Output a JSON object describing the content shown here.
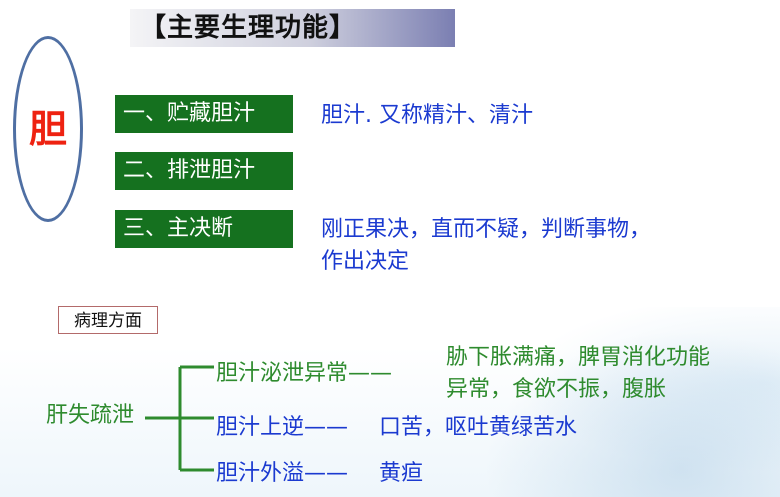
{
  "title": "【主要生理功能】",
  "organ": "胆",
  "functions": [
    {
      "label": "一、贮藏胆汁",
      "desc": [
        "胆汁. 又称精汁、清汁"
      ]
    },
    {
      "label": "二、排泄胆汁",
      "desc": []
    },
    {
      "label": "三、主决断",
      "desc": [
        "刚正果决，直而不疑，判断事物，",
        "作出决定"
      ]
    }
  ],
  "pathology": {
    "label": "病理方面",
    "root": "肝失疏泄",
    "branches": [
      {
        "cause": "胆汁泌泄异常——",
        "effect_lines": [
          "胁下胀满痛，脾胃消化功能",
          "异常，食欲不振，腹胀"
        ]
      },
      {
        "cause": "胆汁上逆——",
        "effect_lines": [
          "口苦，呕吐黄绿苦水"
        ]
      },
      {
        "cause": "胆汁外溢——",
        "effect_lines": [
          "黄疸"
        ]
      }
    ]
  },
  "colors": {
    "green_box": "#15711f",
    "blue_text": "#1b3ad0",
    "green_text": "#2e8b2e",
    "organ_red": "#ee2211"
  }
}
